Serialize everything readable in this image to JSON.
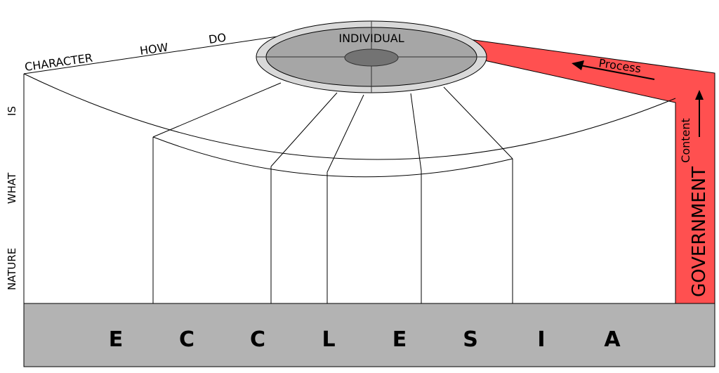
{
  "top_labels": {
    "character": "CHARACTER",
    "how": "HOW",
    "do": "DO"
  },
  "center_label": "INDIVIDUAL",
  "left_labels": {
    "is": "IS",
    "what": "WHAT",
    "nature": "NATURE"
  },
  "government": {
    "label": "GOVERNMENT",
    "content_label": "Content",
    "process_label": "Process"
  },
  "base_letters": [
    "E",
    "C",
    "C",
    "L",
    "E",
    "S",
    "I",
    "A"
  ],
  "colors": {
    "accent_red": "#ff5050",
    "base_gray": "#b3b3b3",
    "disk_gray": "#a6a6a6",
    "disk_rim": "#d9d9d9",
    "core": "#737373"
  }
}
